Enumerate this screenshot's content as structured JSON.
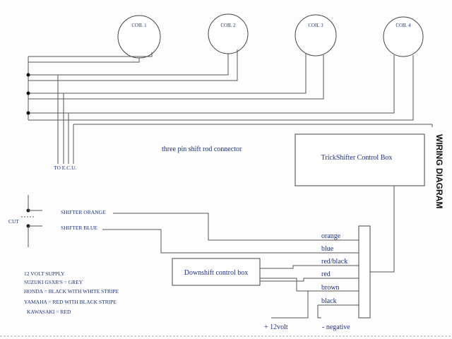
{
  "title": "WIRING DIAGRAM",
  "coils": [
    "COIL 1",
    "COIL 2",
    "COIL 3",
    "COIL 4"
  ],
  "ecu_label": "TO E.C.U.",
  "connector_label": "three pin shift rod connector",
  "control_box_label": "TrickShifter Control Box",
  "downshift_box_label": "Downshift control box",
  "cut_label": "CUT",
  "shifter_orange": "SHIFTER ORANGE",
  "shifter_blue": "SHIFTER BLUE",
  "terminal_wires": [
    "orange",
    "blue",
    "red/black",
    "red",
    "brown",
    "black"
  ],
  "supply_notes": [
    "12 VOLT SUPPLY",
    "SUZUKI GSXR'S = GREY",
    "HONDA = BLACK WITH WHITE STRIPE",
    "YAMAHA = RED WITH BLACK STRIPE",
    "KAWASAKI = RED"
  ],
  "plus_label": "+ 12volt",
  "negative_label": "- negative"
}
